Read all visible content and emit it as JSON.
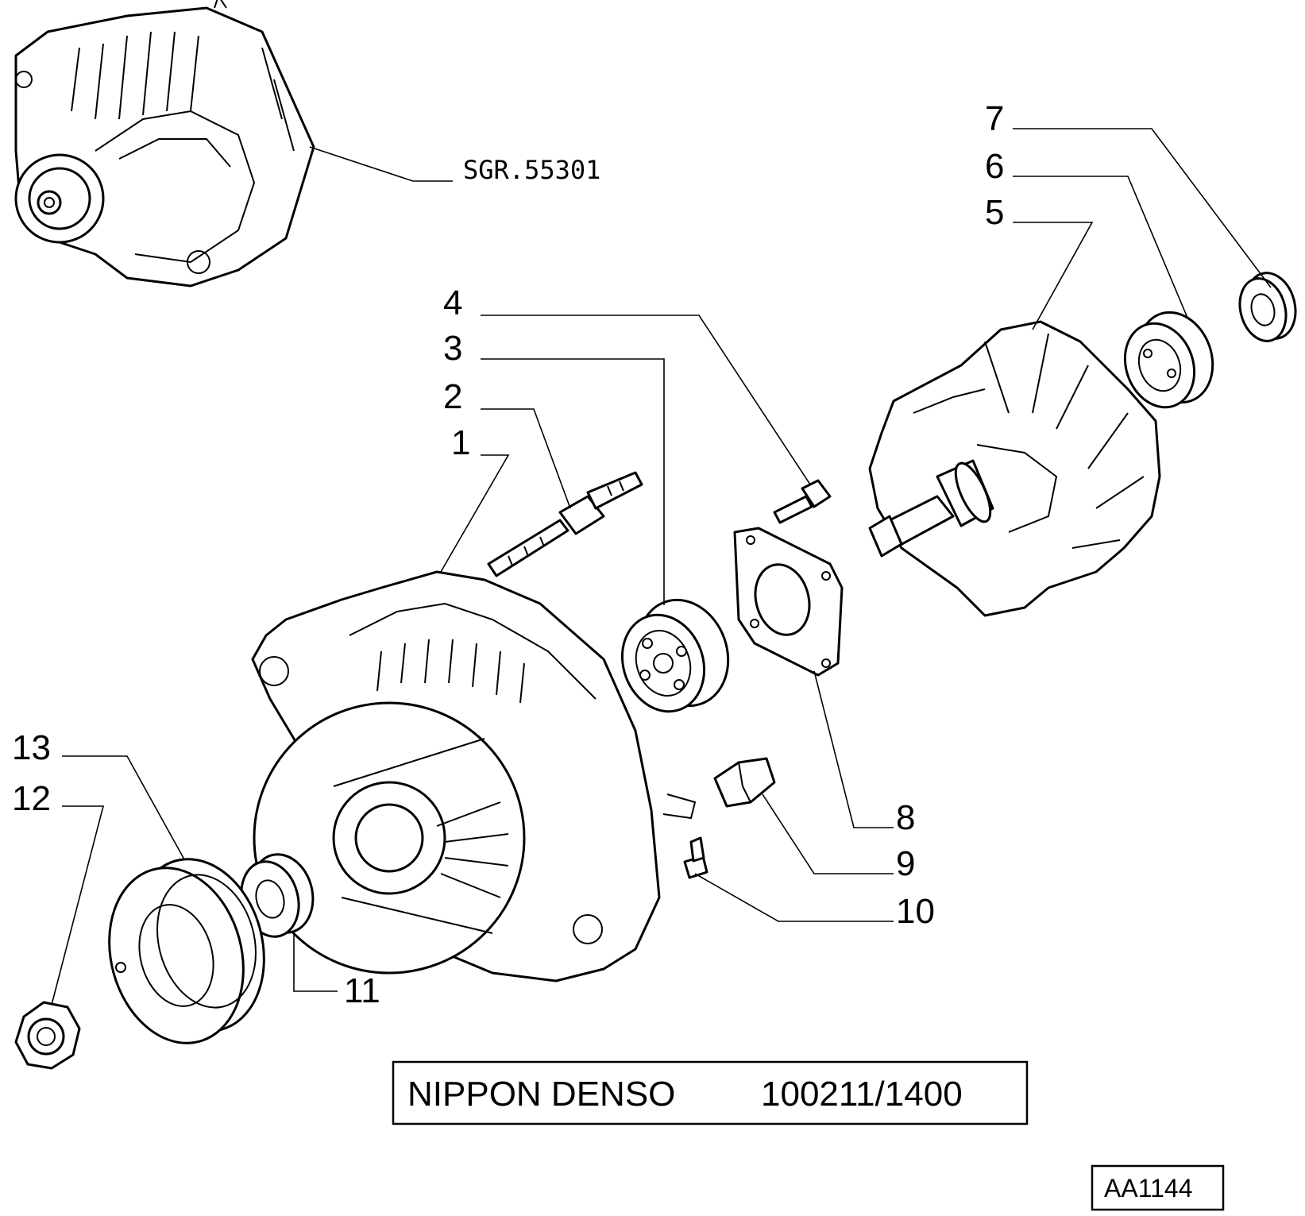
{
  "diagram": {
    "assembly_ref": "SGR.55301",
    "title_left": "NIPPON DENSO",
    "title_right": "100211/1400",
    "figure_code": "AA1144",
    "callouts": [
      "1",
      "2",
      "3",
      "4",
      "5",
      "6",
      "7",
      "8",
      "9",
      "10",
      "11",
      "12",
      "13"
    ]
  }
}
